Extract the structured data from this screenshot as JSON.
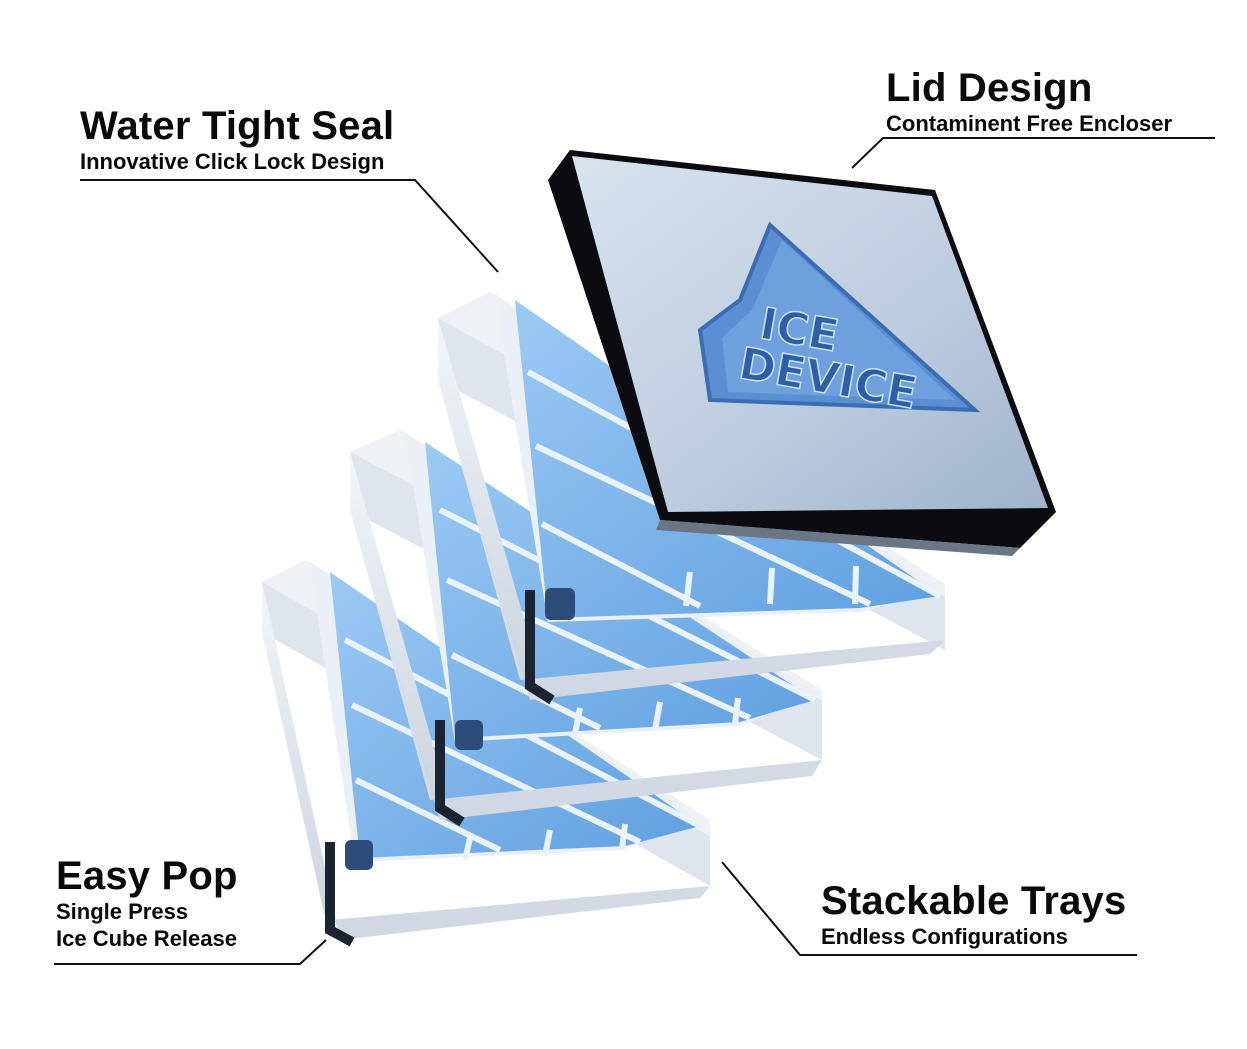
{
  "callouts": {
    "water_tight": {
      "title": "Water Tight Seal",
      "subtitle": "Innovative Click Lock Design"
    },
    "lid_design": {
      "title": "Lid Design",
      "subtitle": "Contaminent Free Encloser"
    },
    "easy_pop": {
      "title": "Easy Pop",
      "subtitle_line1": "Single Press",
      "subtitle_line2": "Ice Cube Release"
    },
    "stackable": {
      "title": "Stackable Trays",
      "subtitle": "Endless Configurations"
    }
  },
  "lid_logo": {
    "line1": "ICE",
    "line2": "DEVICE"
  },
  "colors": {
    "ice_blue": "#79b3ea",
    "ice_blue_light": "#a9d0f5",
    "tray_frame": "#e9eef4",
    "lid_top": "#c9d6e6",
    "lid_edge": "#0b0b10",
    "logo_blue": "#4a86cf",
    "leader_line": "#111111"
  }
}
